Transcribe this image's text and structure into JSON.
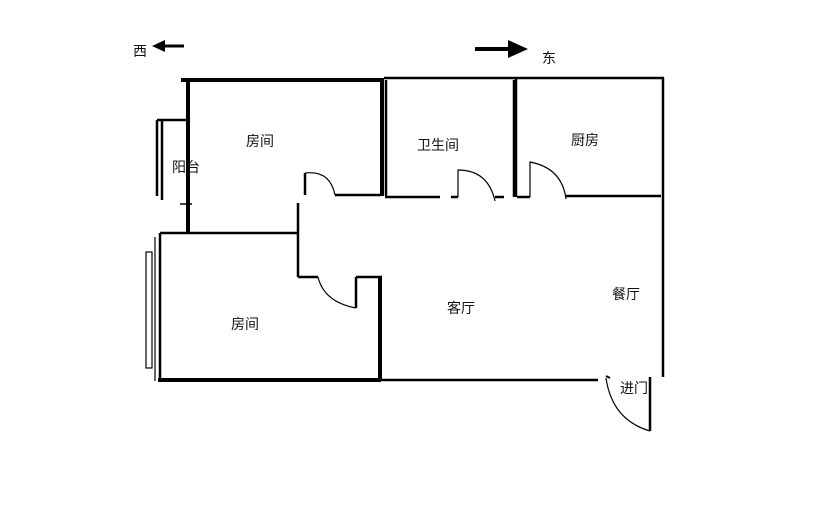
{
  "compass": {
    "west": "西",
    "east": "东"
  },
  "rooms": {
    "bedroom_top": "房间",
    "balcony": "阳台",
    "bathroom": "卫生间",
    "kitchen": "厨房",
    "bedroom_bottom": "房间",
    "living_room": "客厅",
    "dining_room": "餐厅",
    "entrance": "进门"
  },
  "colors": {
    "wall": "#000000",
    "background": "#ffffff"
  }
}
